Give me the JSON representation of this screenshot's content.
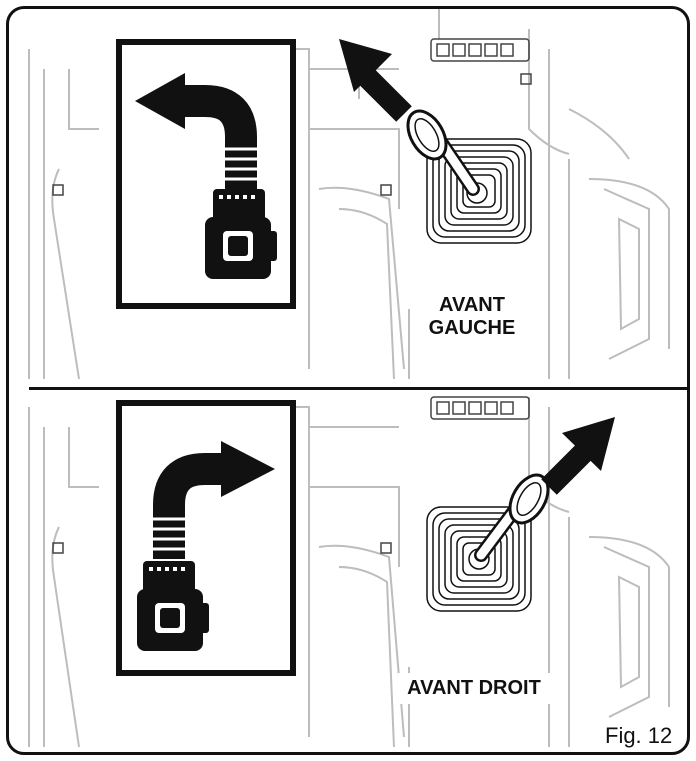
{
  "labels": {
    "top": [
      "AVANT",
      "GAUCHE"
    ],
    "bottom": "AVANT DROIT",
    "figure": "Fig. 12"
  },
  "panels": [
    {
      "direction": "forward-left",
      "turn_arrow": "left",
      "joystick_tilt": "up-left"
    },
    {
      "direction": "forward-right",
      "turn_arrow": "right",
      "joystick_tilt": "up-right"
    }
  ],
  "colors": {
    "ink": "#111111",
    "line": "#bdbdbd",
    "background": "#ffffff"
  },
  "icons": [
    "turn-left-arrow-icon",
    "turn-right-arrow-icon",
    "mower-icon",
    "joystick-icon",
    "direction-arrow-icon"
  ]
}
